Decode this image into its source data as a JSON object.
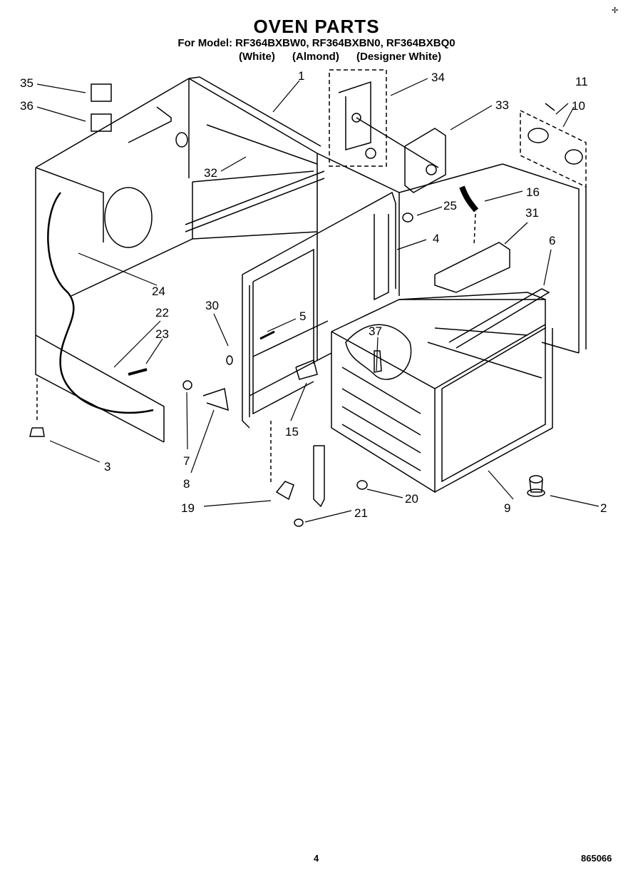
{
  "header": {
    "title": "OVEN PARTS",
    "models": "For Model: RF364BXBW0, RF364BXBN0, RF364BXBQ0",
    "colors": [
      "(White)",
      "(Almond)",
      "(Designer White)"
    ]
  },
  "callouts": [
    "1",
    "2",
    "3",
    "4",
    "5",
    "6",
    "7",
    "8",
    "9",
    "10",
    "11",
    "15",
    "16",
    "19",
    "20",
    "21",
    "22",
    "23",
    "24",
    "25",
    "30",
    "31",
    "32",
    "33",
    "34",
    "35",
    "36",
    "37"
  ],
  "footer": {
    "page": "4",
    "code": "865066"
  }
}
